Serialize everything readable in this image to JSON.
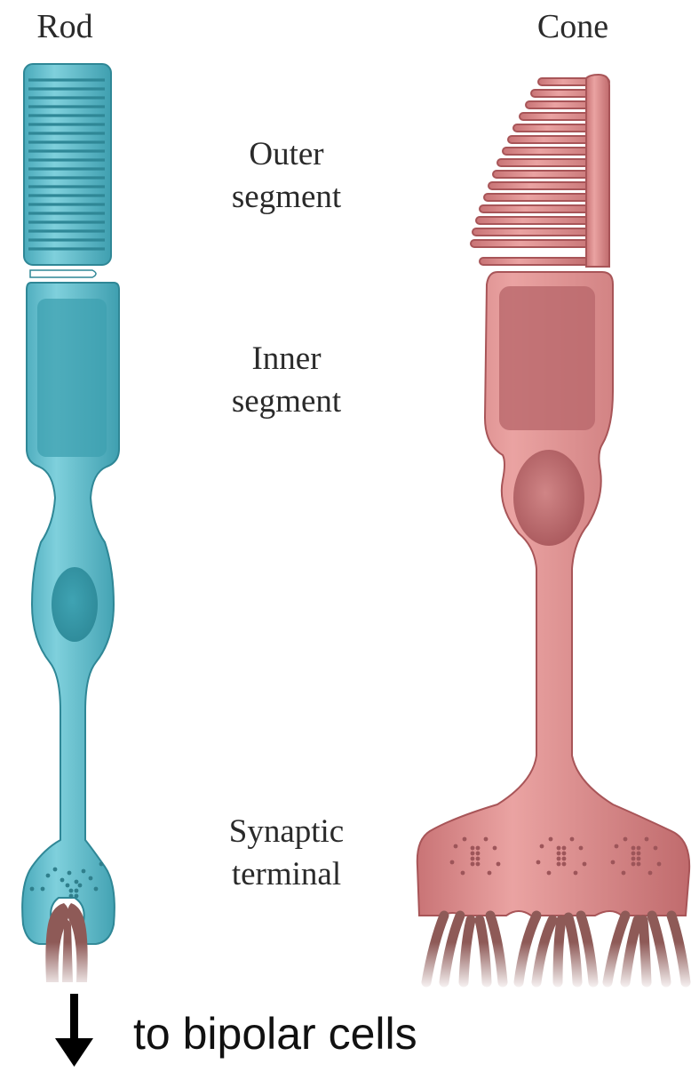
{
  "cells": {
    "rod": {
      "title": "Rod",
      "color": "#5bbccc"
    },
    "cone": {
      "title": "Cone",
      "color": "#d98a89"
    }
  },
  "regions": {
    "outer": {
      "line1": "Outer",
      "line2": "segment"
    },
    "inner": {
      "line1": "Inner",
      "line2": "segment"
    },
    "synaptic": {
      "line1": "Synaptic",
      "line2": "terminal"
    }
  },
  "output": {
    "label": "to bipolar cells",
    "icon": "down-arrow-icon"
  },
  "colors": {
    "rod_fill": "#5bbccc",
    "rod_dark": "#3a9aaa",
    "rod_stroke": "#2f8796",
    "cone_fill": "#d98a89",
    "cone_dark": "#b65f62",
    "cone_stroke": "#a85558",
    "dendrite": "#8e5a57"
  }
}
